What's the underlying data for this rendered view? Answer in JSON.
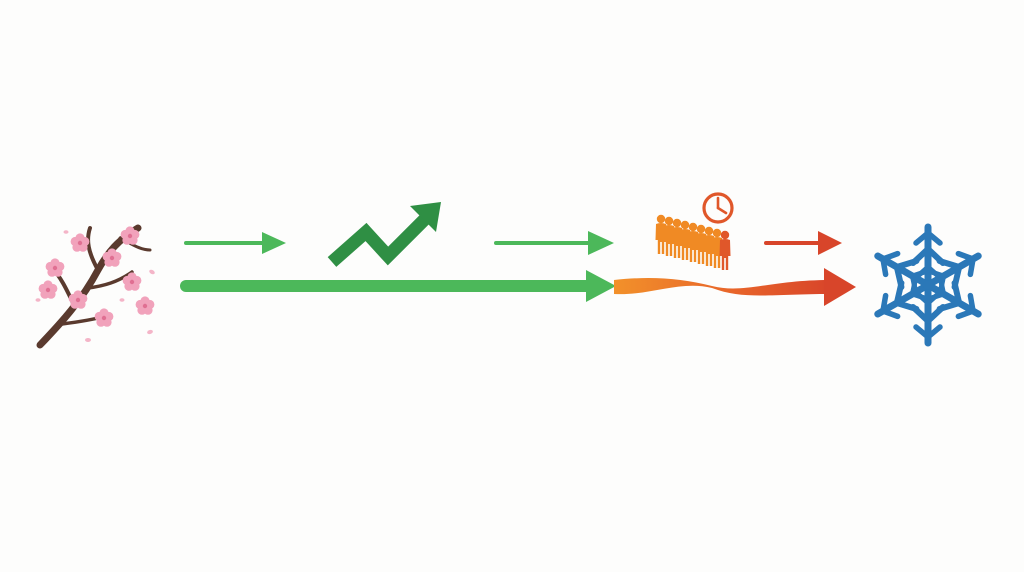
{
  "diagram": {
    "background": "#fdfdfc",
    "colors": {
      "green": "#4cb85a",
      "green_dark": "#2f8f44",
      "orange": "#f08a24",
      "orange_red": "#e0572a",
      "red": "#d8452a",
      "snow_blue": "#2b78b8",
      "branch_brown": "#5a3a2e",
      "blossom_pink": "#f1a2bb",
      "blossom_center": "#e06f92"
    },
    "stages": [
      {
        "id": "start",
        "icon": "cherry-blossom-branch-icon",
        "meaning": "spring"
      },
      {
        "id": "growth",
        "icon": "zigzag-trend-up-icon"
      },
      {
        "id": "queue",
        "icon": "people-queue-with-clock-icon"
      },
      {
        "id": "end",
        "icon": "snowflake-icon",
        "meaning": "winter"
      }
    ],
    "timeline_main": {
      "segments": [
        "green",
        "green-to-red-gradient"
      ]
    }
  }
}
